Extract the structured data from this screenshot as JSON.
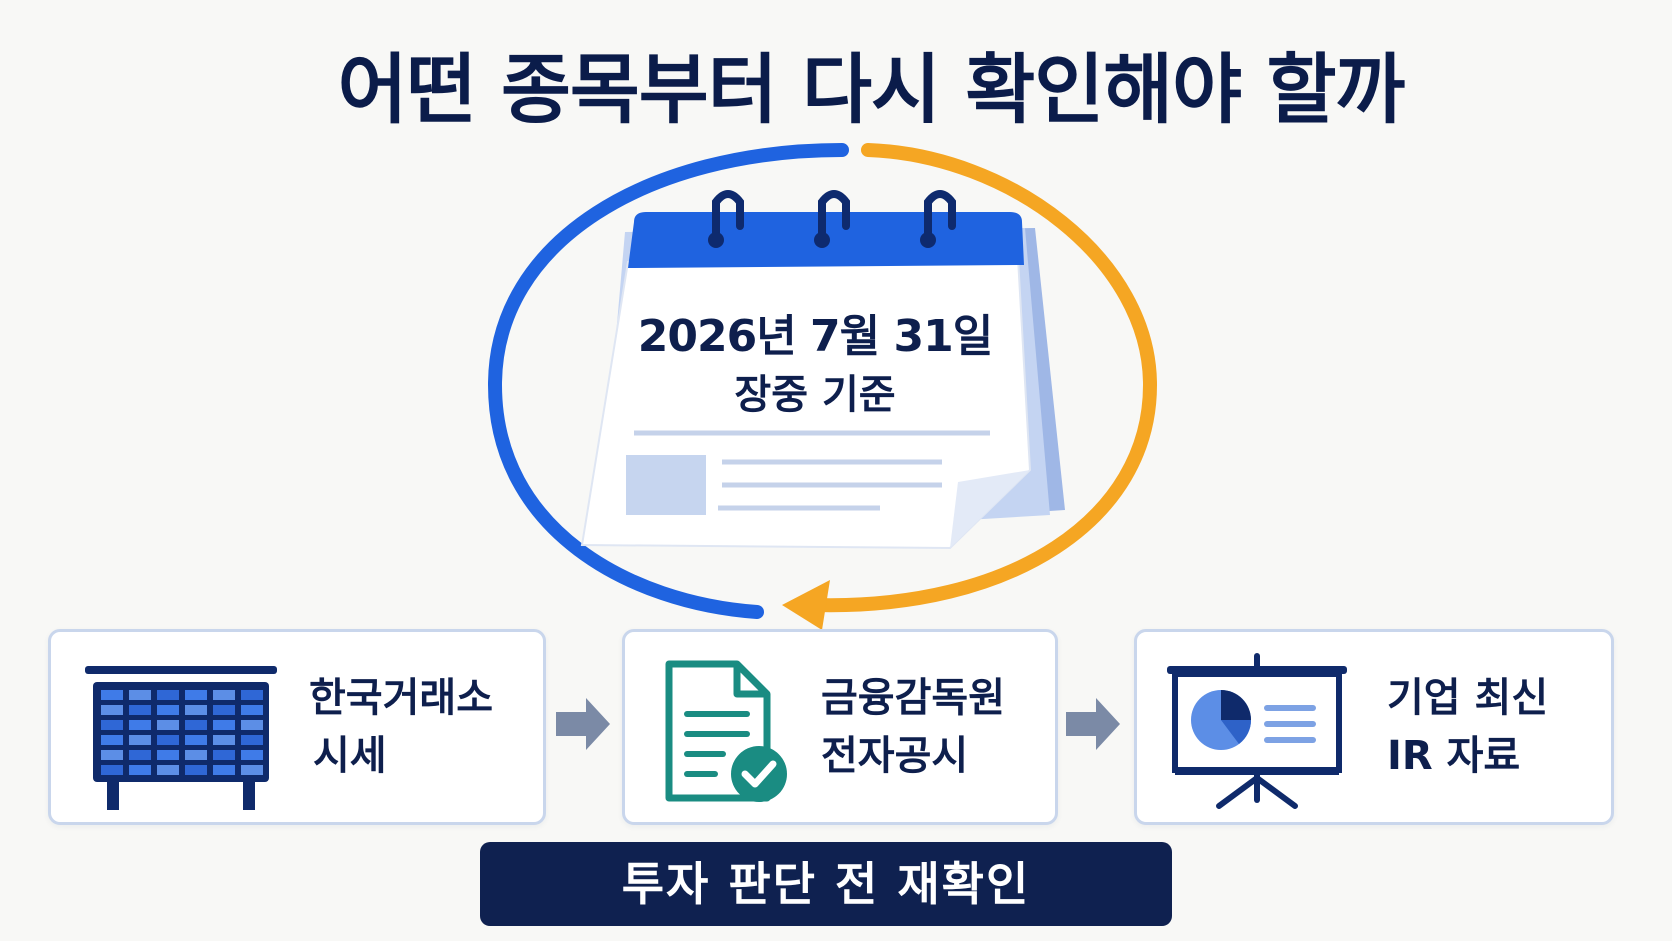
{
  "title": "어떤 종목부터 다시 확인해야 할까",
  "calendar": {
    "date": "2026년 7월 31일",
    "subtitle": "장중 기준"
  },
  "steps": [
    {
      "line1": "한국거래소",
      "line2": "시세",
      "icon": "stock-board-icon"
    },
    {
      "line1": "금융감독원",
      "line2": "전자공시",
      "icon": "document-check-icon"
    },
    {
      "line1": "기업 최신",
      "line2": "IR 자료",
      "icon": "presentation-chart-icon"
    }
  ],
  "footer": "투자 판단 전 재확인",
  "colors": {
    "navy": "#0e1f4d",
    "blue": "#1f63e0",
    "orange": "#f5a623",
    "teal": "#1a8c82",
    "arrow_gray": "#7b8aa6",
    "card_border": "#c9d6ec"
  }
}
